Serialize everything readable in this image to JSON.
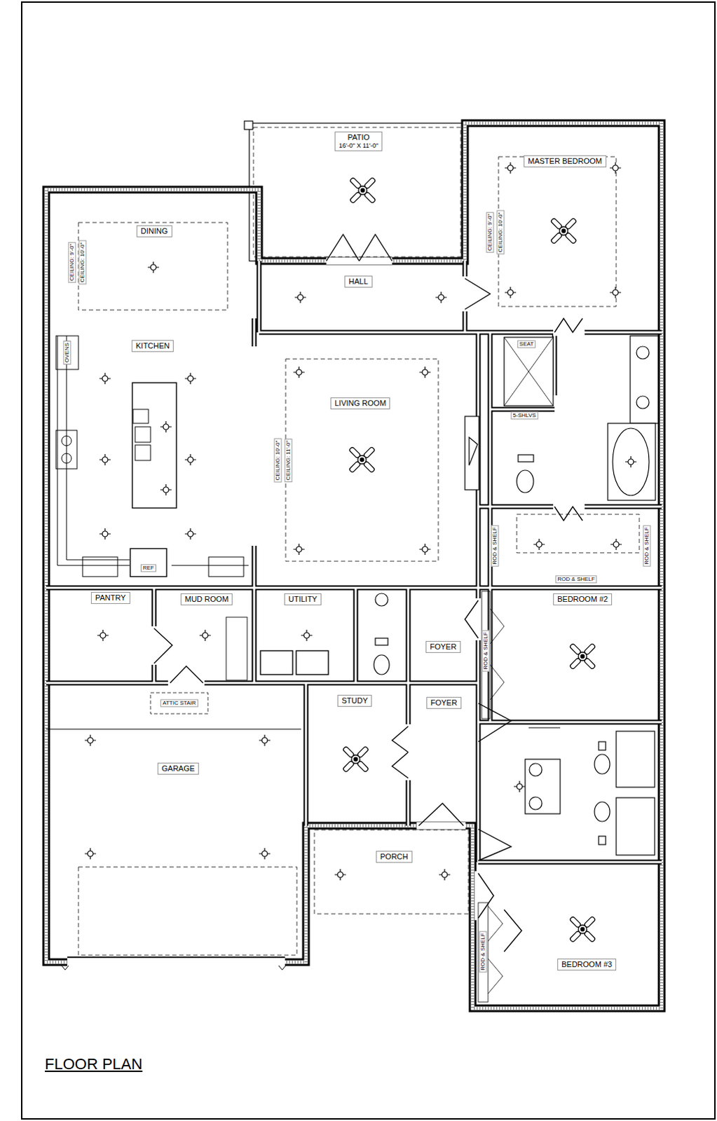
{
  "diagram": {
    "nodes": [
      {
        "text": [
          "PATIO",
          "16'-0\" X 11'-0\""
        ]
      },
      {
        "text": [
          "MASTER BEDROOM"
        ]
      },
      {
        "text": [
          "DINING"
        ]
      },
      {
        "text": [
          "HALL"
        ]
      },
      {
        "text": [
          "KITCHEN"
        ]
      },
      {
        "text": [
          "LIVING ROOM"
        ]
      },
      {
        "text": [
          "PANTRY"
        ]
      },
      {
        "text": [
          "MUD ROOM"
        ]
      },
      {
        "text": [
          "UTILITY"
        ]
      },
      {
        "text": [
          "FOYER"
        ]
      },
      {
        "text": [
          "BEDROOM #2"
        ]
      },
      {
        "text": [
          "STUDY"
        ]
      },
      {
        "text": [
          "FOYER"
        ]
      },
      {
        "text": [
          "GARAGE"
        ]
      },
      {
        "text": [
          "PORCH"
        ]
      },
      {
        "text": [
          "BEDROOM #3"
        ]
      }
    ],
    "labels": [
      "CEILING: 9'-0\"",
      "CEILING: 10'-0\"",
      "CEILING: 9'-0\"",
      "CEILING: 10'-0\"",
      "CEILING: 10'-0\"",
      "CEILING: 11'-0\"",
      "OVENS",
      "REF",
      "SEAT",
      "5-SHLVS",
      "ROD & SHELF",
      "ROD & SHELF",
      "ROD & SHELF",
      "ROD & SHELF",
      "ROD & SHELF",
      "ATTIC STAIR",
      "FLOOR PLAN"
    ]
  }
}
